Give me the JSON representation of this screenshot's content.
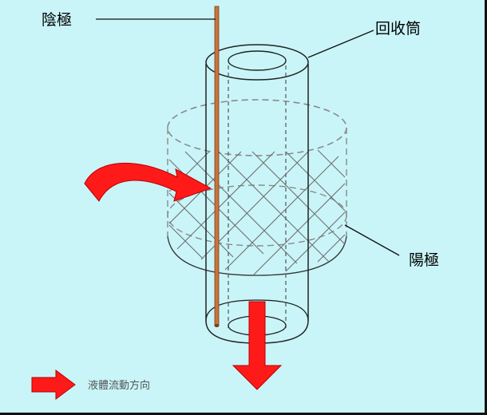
{
  "labels": {
    "cathode": "陰極",
    "recovery_tube": "回收筒",
    "anode": "陽極",
    "flow_direction": "液體流動方向"
  },
  "colors": {
    "background": "#c9f5f8",
    "arrow_red": "#ff1a1a",
    "arrow_dark_red": "#b80000",
    "cathode_rod": "#c8743c",
    "tube_stroke": "#222222",
    "mesh_stroke": "#7a7a7a"
  }
}
